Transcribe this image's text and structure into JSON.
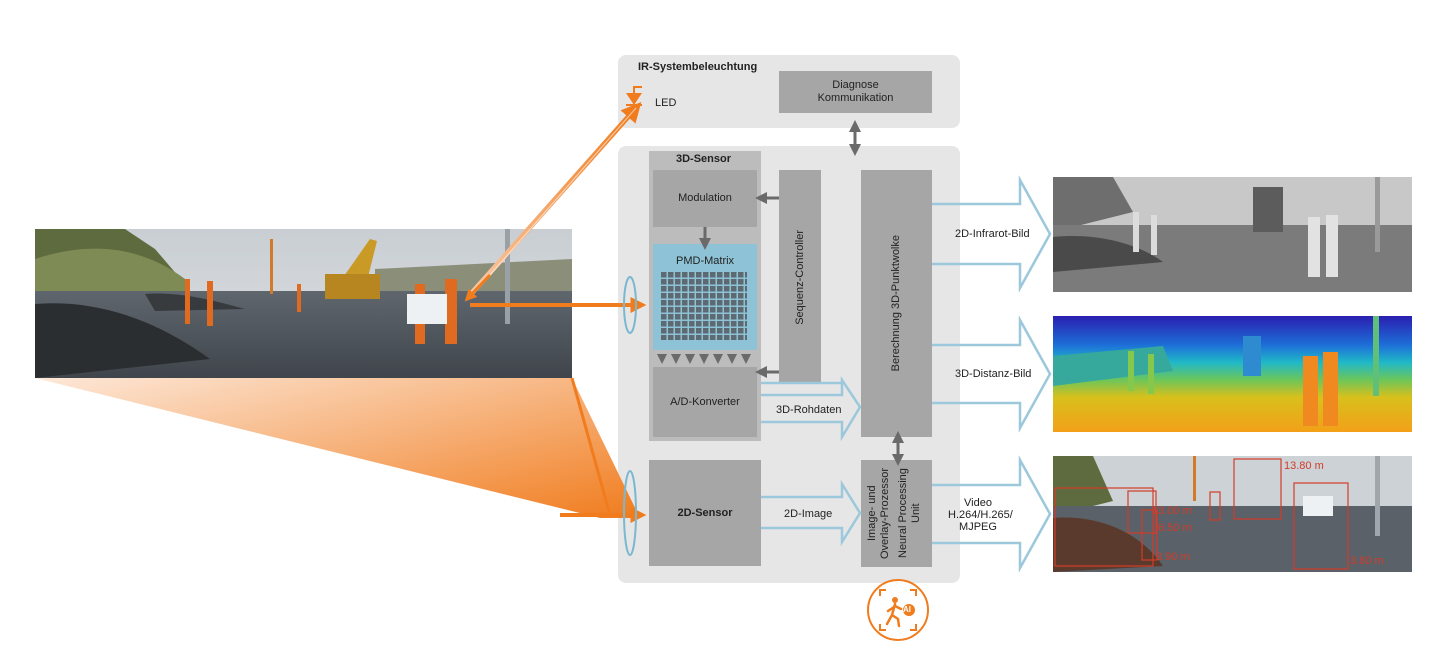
{
  "ir_system": {
    "title": "IR-Systembeleuchtung",
    "led_label": "LED",
    "diagnose_label": "Diagnose\nKommunikation"
  },
  "sensor_3d": {
    "title": "3D-Sensor",
    "modulation": "Modulation",
    "pmd_matrix": "PMD-Matrix",
    "ad_converter": "A/D-Konverter",
    "sequence_controller": "Sequenz-Controller",
    "pointcloud": "Berechnung 3D-Punktwolke",
    "raw_data": "3D-Rohdaten"
  },
  "sensor_2d": {
    "title": "2D-Sensor",
    "image": "2D-Image",
    "processor": "Image- und\nOverlay-Prozessor",
    "npu": "Neural Processing\nUnit"
  },
  "outputs": {
    "infrared": "2D-Infrarot-Bild",
    "distance": "3D-Distanz-Bild",
    "video": "Video\nH.264/H.265/\nMJPEG"
  },
  "detections": [
    {
      "label": "13.80 m"
    },
    {
      "label": "13.00 m"
    },
    {
      "label": "6.50 m"
    },
    {
      "label": "3.90 m"
    },
    {
      "label": "3.80 m"
    }
  ],
  "ai_badge": "AI",
  "colors": {
    "accent": "#f07c1e",
    "arrow_blue": "#9cc8dc",
    "panel_gray": "#e6e6e6",
    "block_gray": "#a6a6a6",
    "pmd_blue": "#8ec2d6",
    "detection_red": "#d23c28"
  }
}
